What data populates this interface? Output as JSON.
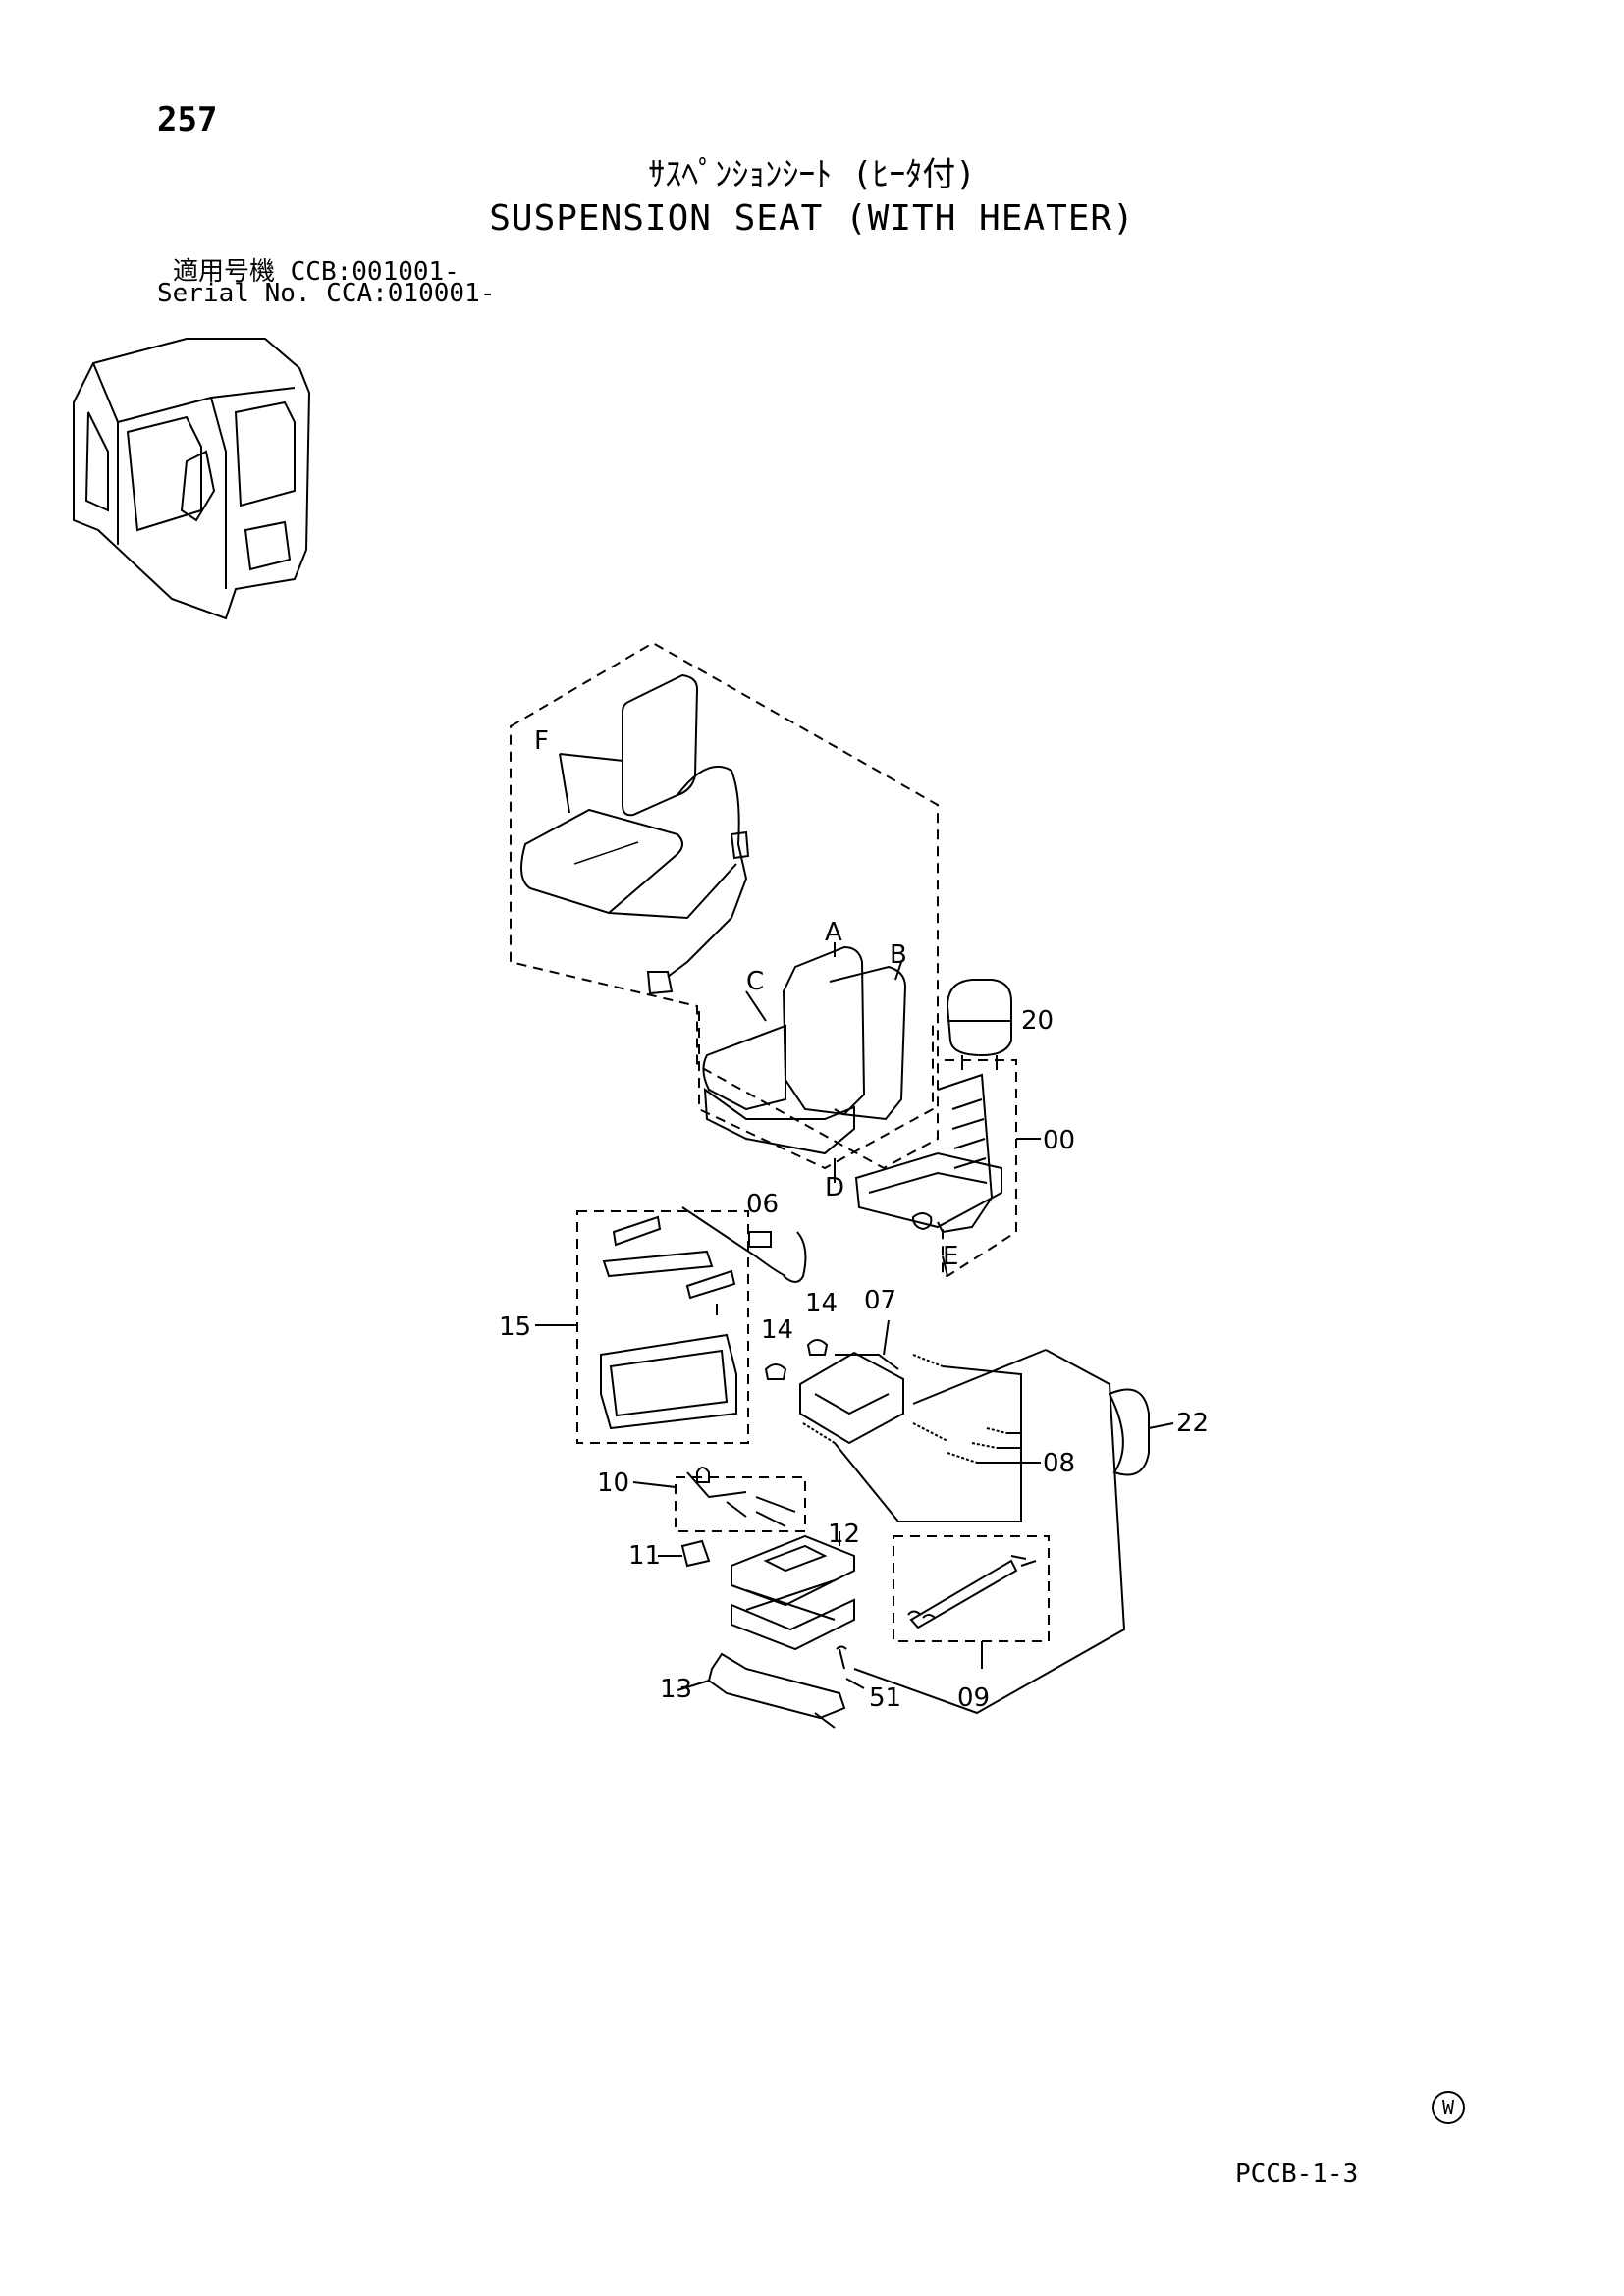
{
  "page_number": "257",
  "title_jp": "ｻｽﾍﾟﾝｼｮﾝｼｰﾄ (ﾋｰﾀ付)",
  "title_en": "SUSPENSION SEAT (WITH HEATER)",
  "serial_jp": "適用号機  CCB:001001-",
  "serial_en": "Serial No. CCA:010001-",
  "footer_code": "PCCB-1-3",
  "w_mark": "W",
  "callouts": {
    "F": "F",
    "A": "A",
    "B": "B",
    "C": "C",
    "D": "D",
    "E": "E",
    "c20": "20",
    "c00": "00",
    "c06": "06",
    "c15": "15",
    "c14a": "14",
    "c14b": "14",
    "c07": "07",
    "c08": "08",
    "c22": "22",
    "c10": "10",
    "c11": "11",
    "c12": "12",
    "c13": "13",
    "c51": "51",
    "c09": "09"
  }
}
